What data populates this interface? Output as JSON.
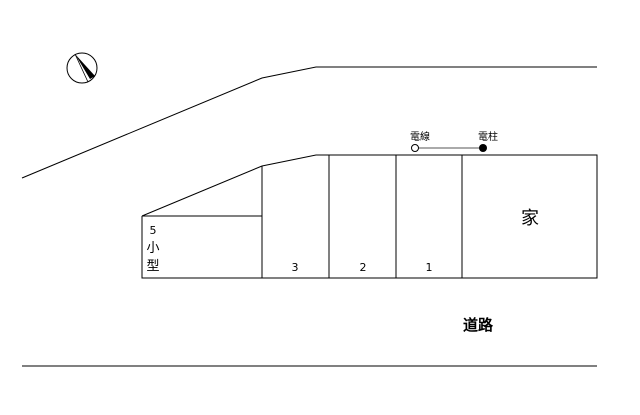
{
  "spaces": [
    {
      "label": "1"
    },
    {
      "label": "2"
    },
    {
      "label": "3"
    }
  ],
  "small_space": {
    "number": "5",
    "line1": "小",
    "line2": "型"
  },
  "house_label": "家",
  "road_label": "道路",
  "wire_label": "電線",
  "pole_label": "電柱",
  "compass": {
    "icon": "north-arrow-icon"
  }
}
